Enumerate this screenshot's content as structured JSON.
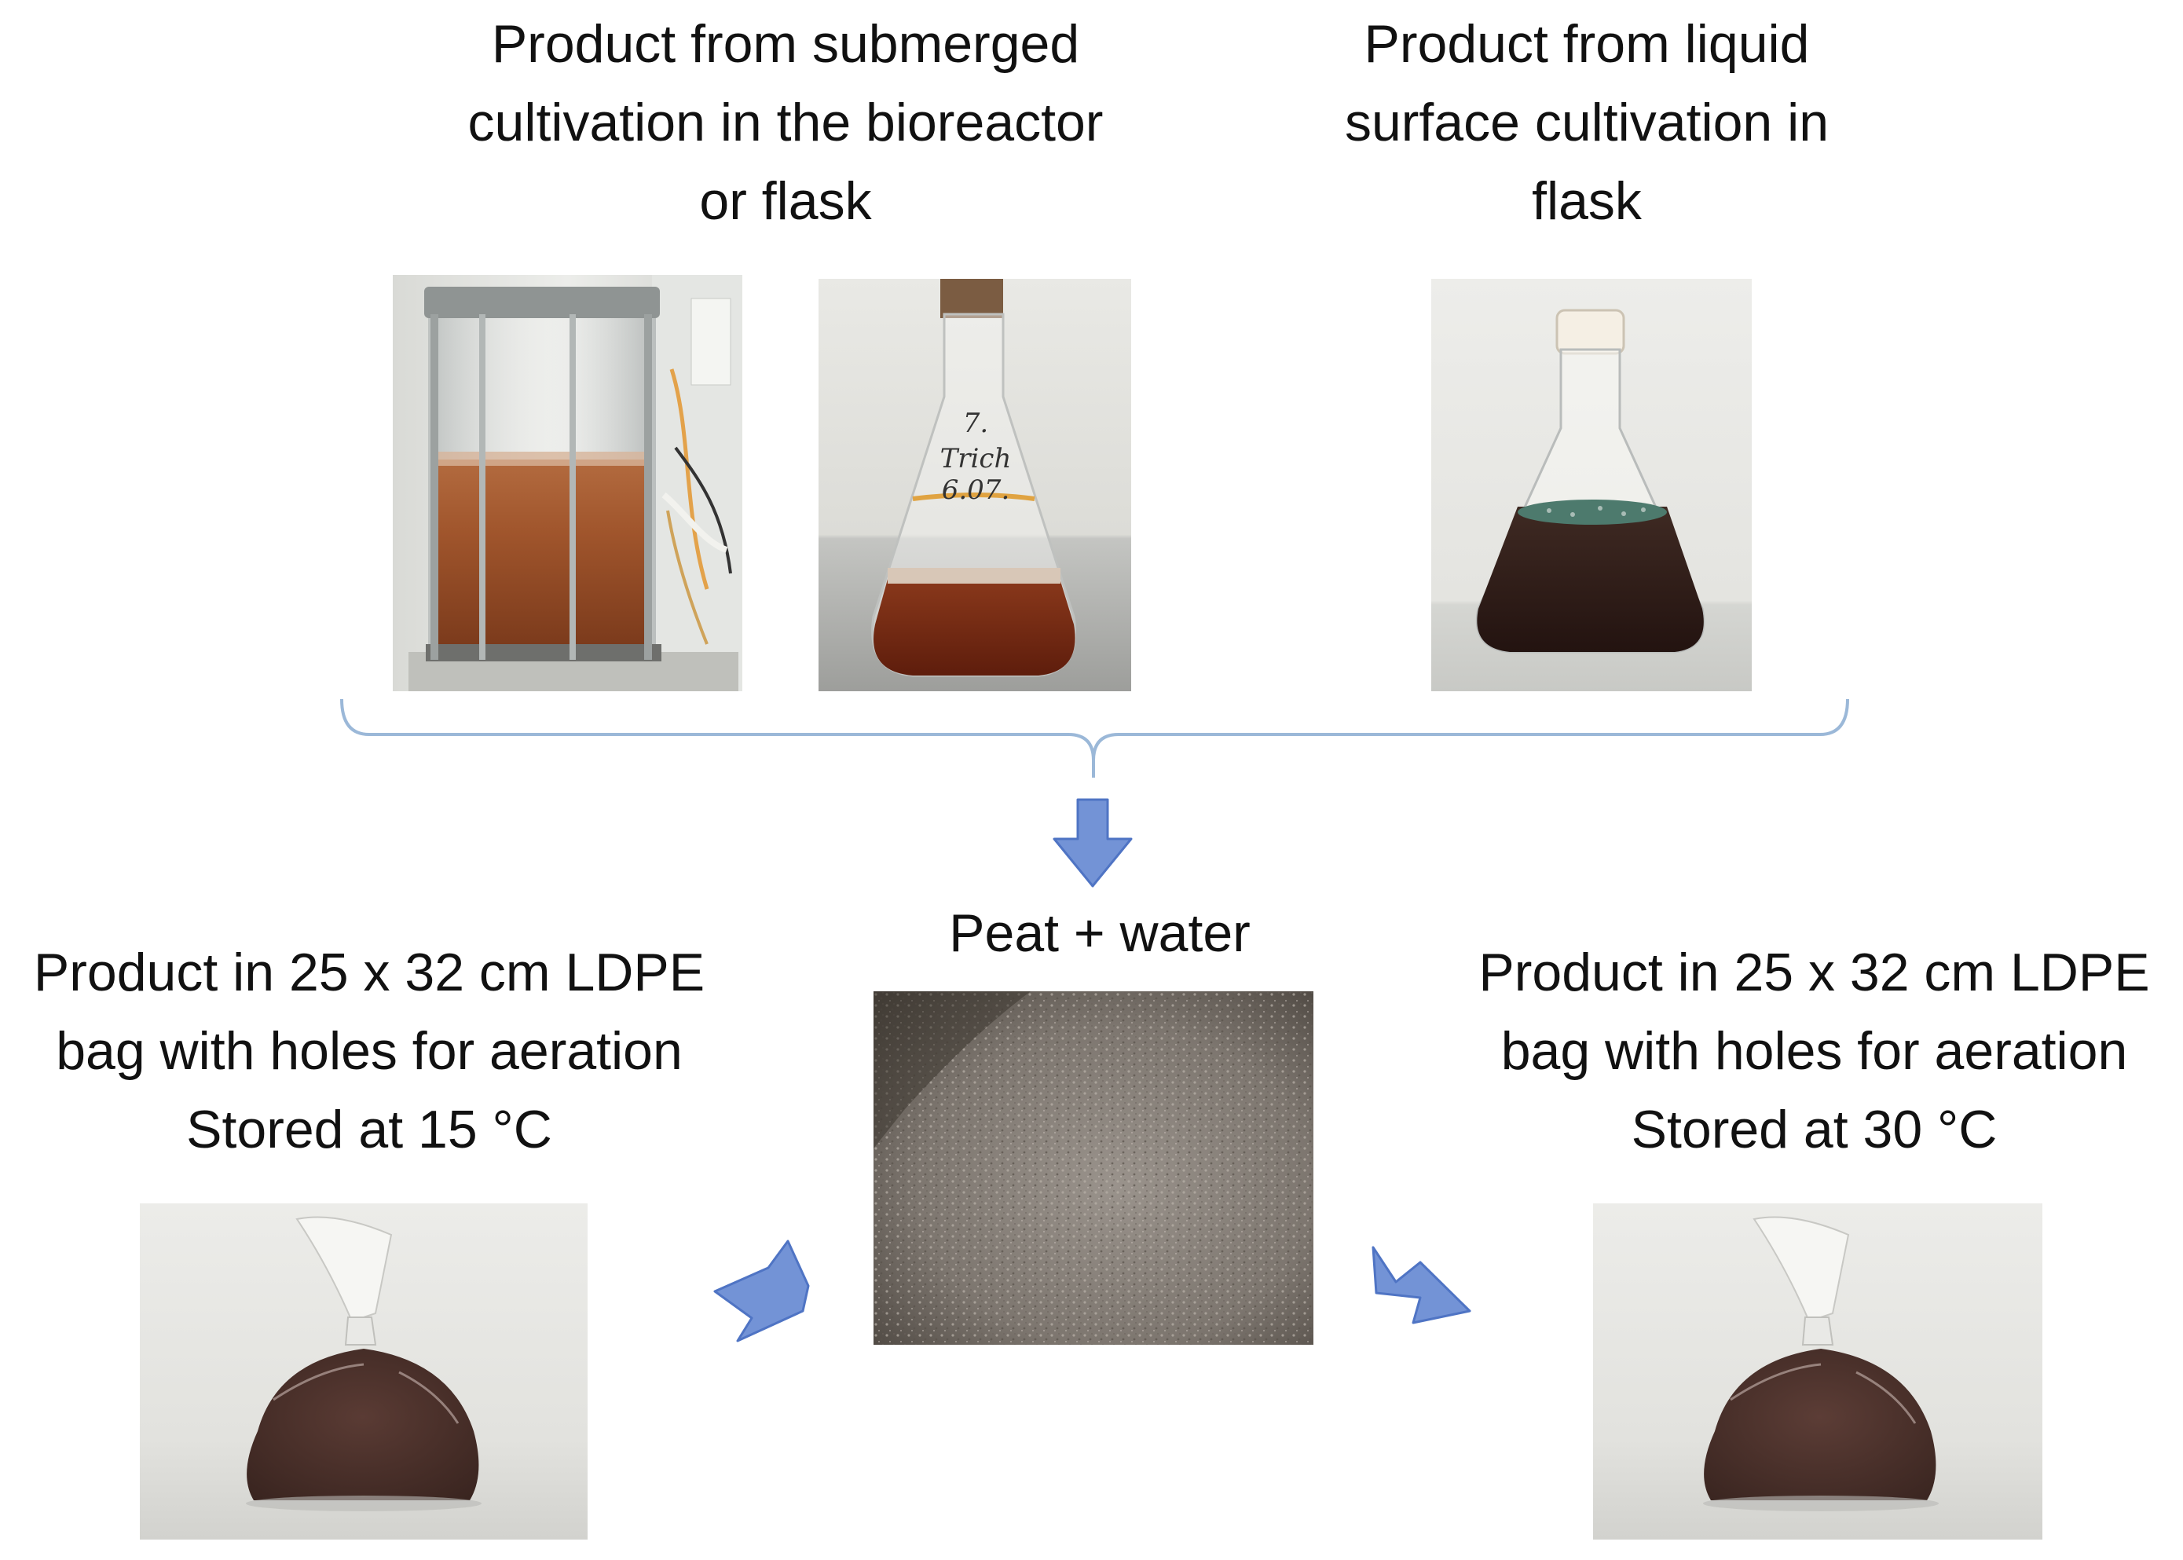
{
  "labels": {
    "submerged": [
      "Product from submerged",
      "cultivation in the bioreactor",
      "or flask"
    ],
    "liquid_surface": [
      "Product from liquid",
      "surface cultivation in",
      "flask"
    ],
    "peat": [
      "Peat + water"
    ],
    "left_bag": [
      "Product in 25 x 32 cm LDPE",
      "bag with holes for aeration",
      "Stored at 15 °C"
    ],
    "right_bag": [
      "Product in 25 x 32 cm LDPE",
      "bag with holes for aeration",
      "Stored at 30 °C"
    ]
  },
  "flask_handwriting": [
    "7.",
    "Trich",
    "6.07."
  ],
  "colors": {
    "bracket": "#9bb8d8",
    "arrow_fill": "#7393d6",
    "arrow_stroke": "#4f74c4"
  }
}
